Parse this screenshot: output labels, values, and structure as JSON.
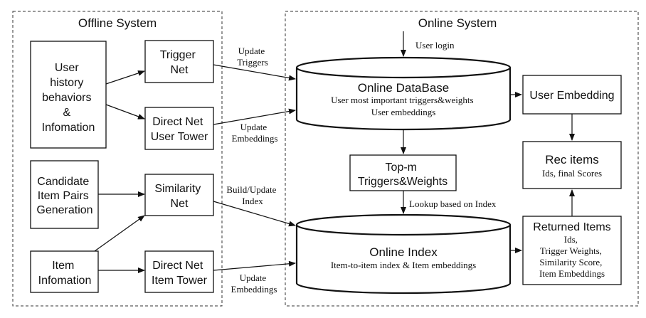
{
  "regions": {
    "offline": "Offline System",
    "online": "Online System"
  },
  "offline_boxes": {
    "user_history": [
      "User",
      "history",
      "behaviors",
      "&",
      "Infomation"
    ],
    "trigger_net": [
      "Trigger",
      "Net"
    ],
    "direct_net_user": [
      "Direct Net",
      "User Tower"
    ],
    "candidate_pairs": [
      "Candidate",
      "Item Pairs",
      "Generation"
    ],
    "similarity_net": [
      "Similarity",
      "Net"
    ],
    "item_info": [
      "Item",
      "Infomation"
    ],
    "direct_net_item": [
      "Direct Net",
      "Item Tower"
    ]
  },
  "online_database": {
    "title": "Online DataBase",
    "lines": [
      "User most important triggers&weights",
      "User embeddings"
    ]
  },
  "online_index": {
    "title": "Online Index",
    "line": "Item-to-item index & Item embeddings"
  },
  "online_boxes": {
    "topm": [
      "Top-m",
      "Triggers&Weights"
    ],
    "user_embedding": "User Embedding",
    "rec_items": {
      "title": "Rec items",
      "detail": "Ids, final Scores"
    },
    "returned_items": {
      "title": "Returned Items",
      "lines": [
        "Ids,",
        "Trigger Weights,",
        "Similarity Score,",
        "Item Embeddings"
      ]
    }
  },
  "edge_labels": {
    "user_login": "User login",
    "update_triggers": [
      "Update",
      "Triggers"
    ],
    "update_embeddings_user": [
      "Update",
      "Embeddings"
    ],
    "build_update_index": [
      "Build/Update",
      "Index"
    ],
    "update_embeddings_item": [
      "Update",
      "Embeddings"
    ],
    "lookup": "Lookup based on Index"
  }
}
